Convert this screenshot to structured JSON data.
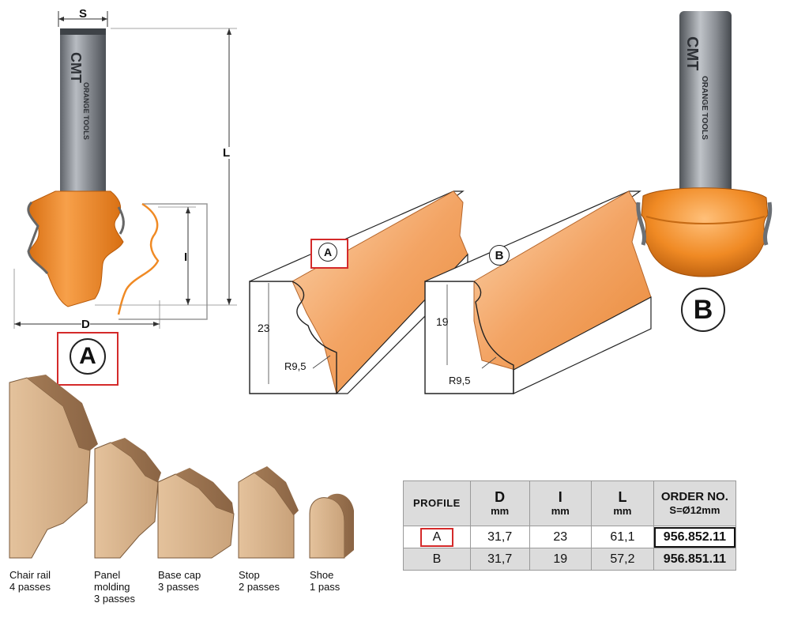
{
  "colors": {
    "brand_orange": "#f08a24",
    "shank_gray": "#7f8389",
    "accent_red": "#d42a2a",
    "table_header_bg": "#dcdcdc",
    "wood": "#c9a27a"
  },
  "diagram_a": {
    "dim_s": "S",
    "dim_l": "L",
    "dim_i": "I",
    "dim_d": "D",
    "shank_brand": "CMT",
    "shank_sub": "ORANGE TOOLS",
    "badge": "A"
  },
  "diagram_b": {
    "shank_brand": "CMT",
    "shank_sub": "ORANGE TOOLS",
    "badge": "B"
  },
  "profiles": {
    "a": {
      "tag": "A",
      "height": "23",
      "radius": "R9,5"
    },
    "b": {
      "tag": "B",
      "height": "19",
      "radius": "R9,5"
    }
  },
  "moldings": [
    {
      "name": "Chair rail\n4 passes"
    },
    {
      "name": "Panel\nmolding\n3 passes"
    },
    {
      "name": "Base cap\n3 passes"
    },
    {
      "name": "Stop\n2 passes"
    },
    {
      "name": "Shoe\n1 pass"
    }
  ],
  "table": {
    "headers": {
      "profile": "PROFILE",
      "d": "D",
      "d_unit": "mm",
      "i": "I",
      "i_unit": "mm",
      "l": "L",
      "l_unit": "mm",
      "order": "ORDER NO.",
      "order_sub": "S=Ø12mm"
    },
    "rows": [
      {
        "profile": "A",
        "d": "31,7",
        "i": "23",
        "l": "61,1",
        "order": "956.852.11"
      },
      {
        "profile": "B",
        "d": "31,7",
        "i": "19",
        "l": "57,2",
        "order": "956.851.11"
      }
    ]
  }
}
